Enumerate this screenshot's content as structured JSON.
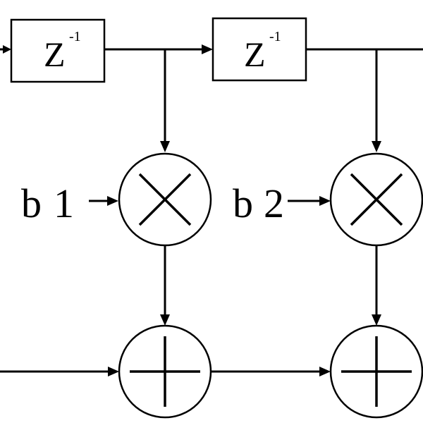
{
  "diagram": {
    "delays": [
      {
        "base": "Z",
        "exp": "-1"
      },
      {
        "base": "Z",
        "exp": "-1"
      }
    ],
    "coefficients": [
      {
        "letter": "b",
        "index": "1"
      },
      {
        "letter": "b",
        "index": "2"
      }
    ]
  }
}
